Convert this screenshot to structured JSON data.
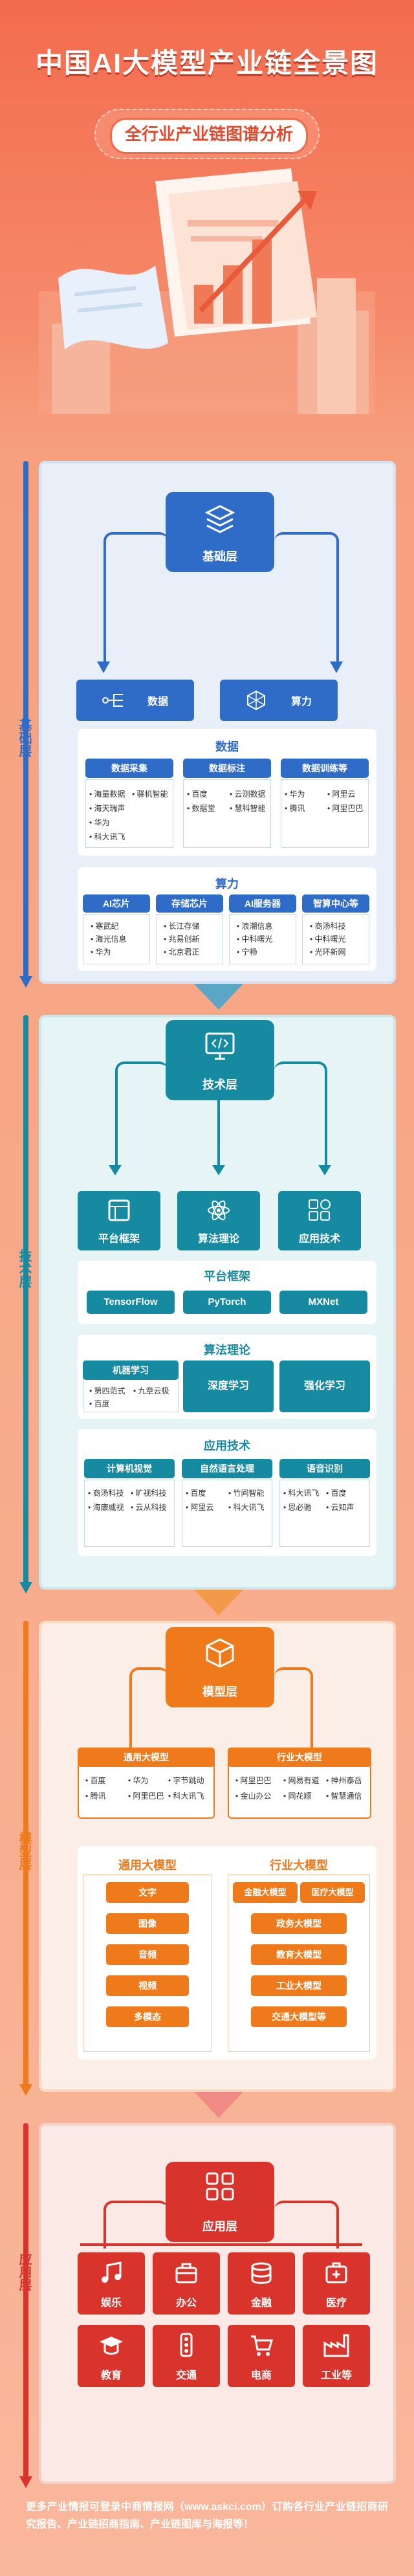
{
  "header": {
    "title": "中国AI大模型产业链全景图",
    "subtitle": "全行业产业链图谱分析"
  },
  "colors": {
    "blue": "#2f6cc8",
    "teal": "#168aa0",
    "orange": "#ee7a1b",
    "red": "#d9342b"
  },
  "basic": {
    "side_label": "基础层",
    "main": "基础层",
    "nodes": [
      {
        "label": "数据",
        "icon": "data-flow-icon"
      },
      {
        "label": "算力",
        "icon": "chip-hex-icon"
      }
    ],
    "data_panel": {
      "title": "数据",
      "cols": [
        {
          "title": "数据采集",
          "items": [
            "海量数据",
            "海天瑞声",
            "华为",
            "科大讯飞",
            "驿机智能"
          ]
        },
        {
          "title": "数据标注",
          "items": [
            "百度",
            "云测数据",
            "数据堂",
            "慧科智能"
          ]
        },
        {
          "title": "数据训练等",
          "items": [
            "华为",
            "阿里云",
            "腾讯",
            "阿里巴巴"
          ]
        }
      ]
    },
    "compute_panel": {
      "title": "算力",
      "cols": [
        {
          "title": "AI芯片",
          "items": [
            "寒武纪",
            "海光信息",
            "华为"
          ]
        },
        {
          "title": "存储芯片",
          "items": [
            "长江存储",
            "兆易创新",
            "北京君正"
          ]
        },
        {
          "title": "AI服务器",
          "items": [
            "浪潮信息",
            "中科曙光",
            "宁畅"
          ]
        },
        {
          "title": "智算中心等",
          "items": [
            "商汤科技",
            "中科曙光",
            "光环新网"
          ]
        }
      ]
    }
  },
  "tech": {
    "side_label": "技术层",
    "main": "技术层",
    "nodes": [
      {
        "label": "平台框架",
        "icon": "platform-icon"
      },
      {
        "label": "算法理论",
        "icon": "atom-icon"
      },
      {
        "label": "应用技术",
        "icon": "apps-icon"
      }
    ],
    "framework_panel": {
      "title": "平台框架",
      "chips": [
        "TensorFlow",
        "PyTorch",
        "MXNet"
      ]
    },
    "algo_panel": {
      "title": "算法理论",
      "chips": [
        "机器学习",
        "深度学习",
        "强化学习"
      ],
      "ml_items": [
        "第四范式",
        "九章云极",
        "百度"
      ]
    },
    "app_panel": {
      "title": "应用技术",
      "cols": [
        {
          "title": "计算机视觉",
          "items": [
            "商汤科技",
            "旷视科技",
            "海康威视",
            "云从科技"
          ]
        },
        {
          "title": "自然语言处理",
          "items": [
            "百度",
            "竹间智能",
            "阿里云",
            "科大讯飞"
          ]
        },
        {
          "title": "语音识别",
          "items": [
            "科大讯飞",
            "百度",
            "思必驰",
            "云知声"
          ]
        }
      ]
    }
  },
  "model": {
    "side_label": "模型层",
    "main": "模型层",
    "nodes": [
      {
        "title": "通用大模型",
        "items": [
          "百度",
          "华为",
          "腾讯",
          "阿里巴巴",
          "字节跳动",
          "科大讯飞"
        ]
      },
      {
        "title": "行业大模型",
        "items": [
          "阿里巴巴",
          "金山办公",
          "网易有道",
          "神州泰岳",
          "同花顺",
          "智慧通信"
        ]
      }
    ],
    "general_types": {
      "title": "通用大模型",
      "chips": [
        "文字",
        "图像",
        "音频",
        "视频",
        "多模态"
      ]
    },
    "industry_types": {
      "title": "行业大模型",
      "chips": [
        "金融大模型",
        "医疗大模型",
        "政务大模型",
        "教育大模型",
        "工业大模型",
        "交通大模型等"
      ]
    }
  },
  "app": {
    "side_label": "应用层",
    "main": "应用层",
    "tiles": [
      {
        "label": "娱乐",
        "icon": "music-icon"
      },
      {
        "label": "办公",
        "icon": "briefcase-icon"
      },
      {
        "label": "金融",
        "icon": "coins-icon"
      },
      {
        "label": "医疗",
        "icon": "medical-icon"
      },
      {
        "label": "教育",
        "icon": "graduation-icon"
      },
      {
        "label": "交通",
        "icon": "traffic-icon"
      },
      {
        "label": "电商",
        "icon": "cart-icon"
      },
      {
        "label": "工业等",
        "icon": "factory-icon"
      }
    ]
  },
  "footer": {
    "text": "更多产业情报可登录中商情报网（www.askci.com）订购各行业产业链招商研究报告、产业链招商指南、产业链图库与海报等！"
  }
}
